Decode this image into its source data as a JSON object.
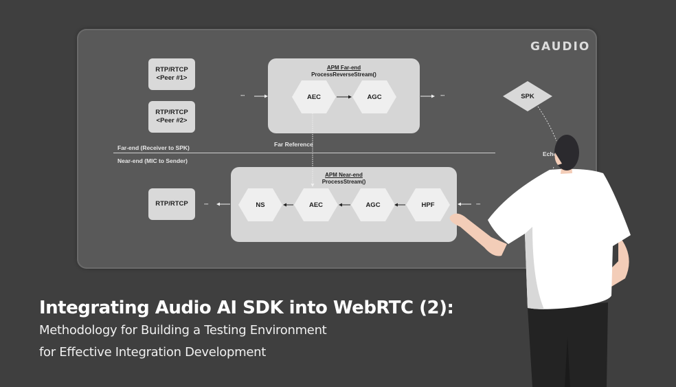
{
  "logo": "GAUDIO",
  "far_end": {
    "section_label": "Far-end (Receiver to SPK)",
    "peers": [
      "RTP/RTCP\n<Peer #1>",
      "RTP/RTCP\n<Peer #2>"
    ],
    "peer_lines": [
      [
        "RTP/RTCP",
        "<Peer #1>"
      ],
      [
        "RTP/RTCP",
        "<Peer #2>"
      ]
    ],
    "apm": {
      "title_line1": "APM Far-end",
      "title_line2": "ProcessReverseStream()",
      "modules": [
        "AEC",
        "AGC"
      ]
    },
    "ellipsis_in": "···",
    "ellipsis_out": "···"
  },
  "far_reference_label": "Far Reference",
  "speaker": "SPK",
  "echo_label": "Echo",
  "near_end": {
    "section_label": "Near-end (MIC to Sender)",
    "output": "RTP/RTCP",
    "apm": {
      "title_line1": "APM Near-end",
      "title_line2": "ProcessStream()",
      "modules": [
        "NS",
        "AEC",
        "AGC",
        "HPF"
      ]
    },
    "ellipsis_in": "···",
    "ellipsis_out": "···"
  },
  "heading": {
    "title": "Integrating Audio AI SDK into WebRTC (2):",
    "subtitle_line1": "Methodology for Building a Testing Environment",
    "subtitle_line2": "for Effective Integration Development"
  },
  "colors": {
    "background": "#3f3f3f",
    "board": "#595959",
    "box": "#d9d9d9",
    "hex": "#efefef",
    "shirt": "#ffffff",
    "skin": "#f3cdb8",
    "hair": "#2b2a2e",
    "pants": "#232323"
  }
}
